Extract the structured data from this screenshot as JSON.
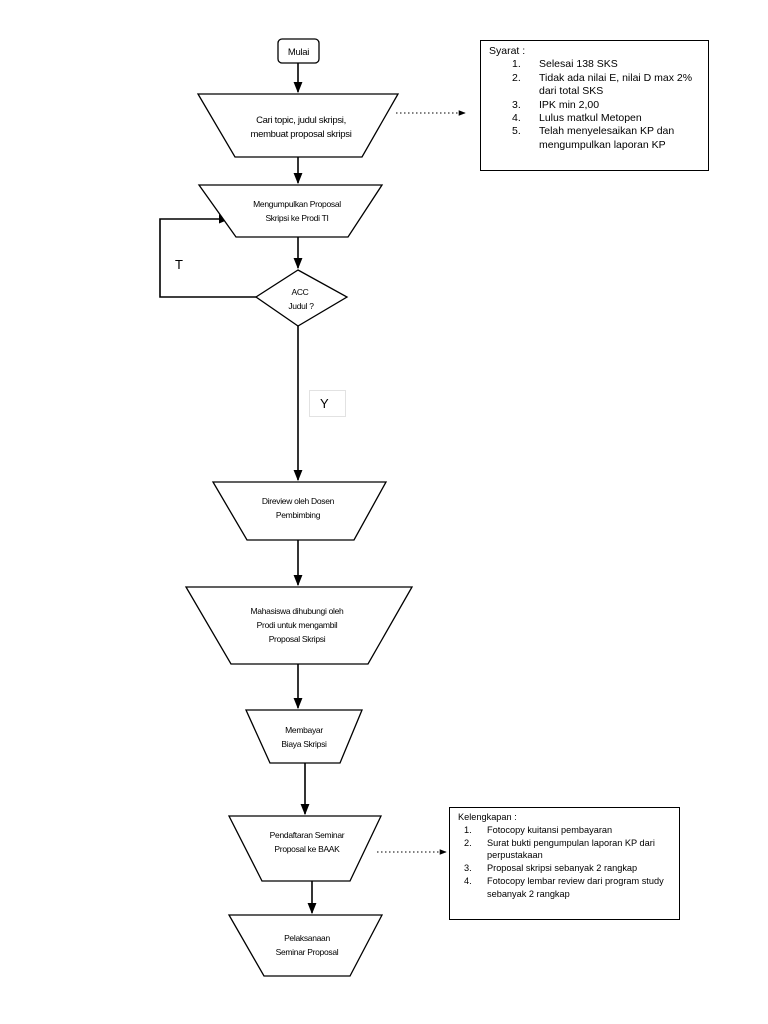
{
  "flow": {
    "start": "Mulai",
    "step1": [
      "Cari topic, judul skripsi,",
      "membuat proposal skripsi"
    ],
    "step2": [
      "Mengumpulkan Proposal",
      "Skripsi ke  Prodi TI"
    ],
    "decision": [
      "ACC",
      "Judul ?"
    ],
    "no_label": "T",
    "yes_label": "Y",
    "step3": [
      "Direview oleh Dosen",
      "Pembimbing"
    ],
    "step4": [
      "Mahasiswa dihubungi oleh",
      "Prodi untuk mengambil",
      "Proposal Skripsi"
    ],
    "step5": [
      "Membayar",
      "Biaya Skripsi"
    ],
    "step6": [
      "Pendaftaran Seminar",
      "Proposal ke BAAK"
    ],
    "step7": [
      "Pelaksanaan",
      "Seminar Proposal"
    ]
  },
  "syarat": {
    "title": "Syarat :",
    "items": [
      {
        "num": "1.",
        "text": "Selesai 138 SKS"
      },
      {
        "num": "2.",
        "text": "Tidak ada nilai E, nilai D max 2% dari total SKS"
      },
      {
        "num": "3.",
        "text": "IPK min 2,00"
      },
      {
        "num": "4.",
        "text": "Lulus matkul Metopen"
      },
      {
        "num": "5.",
        "text": "Telah menyelesaikan KP dan mengumpulkan laporan KP"
      }
    ]
  },
  "kelengkapan": {
    "title": "Kelengkapan :",
    "items": [
      {
        "num": "1.",
        "text": "Fotocopy kuitansi pembayaran"
      },
      {
        "num": "2.",
        "text": "Surat bukti pengumpulan laporan KP dari perpustakaan"
      },
      {
        "num": "3.",
        "text": "Proposal skripsi sebanyak 2 rangkap"
      },
      {
        "num": "4.",
        "text": "Fotocopy lembar review dari program study sebanyak 2 rangkap"
      }
    ]
  }
}
